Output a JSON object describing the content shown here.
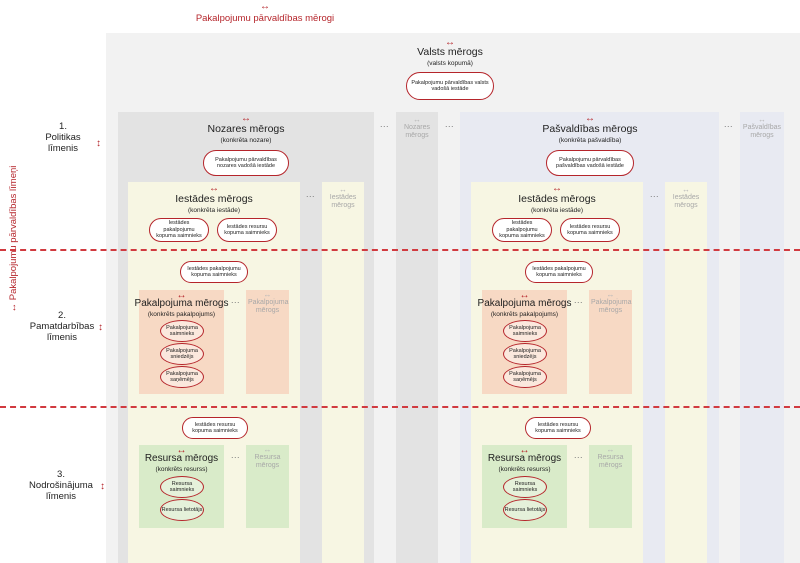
{
  "header": {
    "arrow": "↔",
    "title": "Pakalpojumu pārvaldības mērogi"
  },
  "side_axis": {
    "arrow": "↔",
    "title": "Pakalpojumu pārvaldības līmeņi"
  },
  "levels": [
    {
      "number": "1.",
      "name": "Politikas",
      "suffix": "līmenis",
      "arrow": "↕"
    },
    {
      "number": "2.",
      "name": "Pamatdarbības",
      "suffix": "līmenis",
      "arrow": "↕"
    },
    {
      "number": "3.",
      "name": "Nodrošinājuma",
      "suffix": "līmenis",
      "arrow": "↕"
    }
  ],
  "state": {
    "arrow": "↔",
    "title": "Valsts mērogs",
    "subtitle": "(valsts kopumā)",
    "pill": "Pakalpojumu pārvaldības valsts vadošā iestāde"
  },
  "dots": "...",
  "ghost_arrow": "↔",
  "columns": [
    {
      "id": "nozare",
      "arrow": "↔",
      "title": "Nozares mērogs",
      "subtitle": "(konkrēta nozare)",
      "pill": "Pakalpojumu pārvaldības nozares vadošā iestāde",
      "ghost": "Nozares mērogs",
      "institution": {
        "arrow": "↔",
        "title": "Iestādes mērogs",
        "subtitle": "(konkrēta iestāde)",
        "pill_a": "Iestādes pakalpojumu kopuma saimnieks",
        "pill_b": "Iestādes resursu kopuma saimnieks",
        "ghost": "Iestādes mērogs",
        "pill_service_owner": "Iestādes pakalpojumu kopuma saimnieks",
        "pill_resource_owner": "Iestādes resursu kopuma saimnieks"
      },
      "service": {
        "arrow": "↔",
        "title": "Pakalpojuma mērogs",
        "subtitle": "(konkrēts pakalpojums)",
        "ghost": "Pakalpojuma mērogs",
        "roles": [
          "Pakalpojuma saimnieks",
          "Pakalpojuma sniedzējs",
          "Pakalpojuma saņēmējs"
        ]
      },
      "resource": {
        "arrow": "↔",
        "title": "Resursa mērogs",
        "subtitle": "(konkrēts resurss)",
        "ghost": "Resursa mērogs",
        "roles": [
          "Resursa saimnieks",
          "Resursa lietotājs"
        ]
      }
    },
    {
      "id": "pasvaldiba",
      "arrow": "↔",
      "title": "Pašvaldības mērogs",
      "subtitle": "(konkrēta pašvaldība)",
      "pill": "Pakalpojumu pārvaldības pašvaldības vadošā iestāde",
      "ghost": "Pašvaldības mērogs",
      "institution": {
        "arrow": "↔",
        "title": "Iestādes mērogs",
        "subtitle": "(konkrēta iestāde)",
        "pill_a": "Iestādes pakalpojumu kopuma saimnieks",
        "pill_b": "Iestādes resursu kopuma saimnieks",
        "ghost": "Iestādes mērogs",
        "pill_service_owner": "Iestādes pakalpojumu kopuma saimnieks",
        "pill_resource_owner": "Iestādes resursu kopuma saimnieks"
      },
      "service": {
        "arrow": "↔",
        "title": "Pakalpojuma mērogs",
        "subtitle": "(konkrēts pakalpojums)",
        "ghost": "Pakalpojuma mērogs",
        "roles": [
          "Pakalpojuma saimnieks",
          "Pakalpojuma sniedzējs",
          "Pakalpojuma saņēmējs"
        ]
      },
      "resource": {
        "arrow": "↔",
        "title": "Resursa mērogs",
        "subtitle": "(konkrēts resurss)",
        "ghost": "Resursa mērogs",
        "roles": [
          "Resursa saimnieks",
          "Resursa lietotājs"
        ]
      }
    }
  ]
}
